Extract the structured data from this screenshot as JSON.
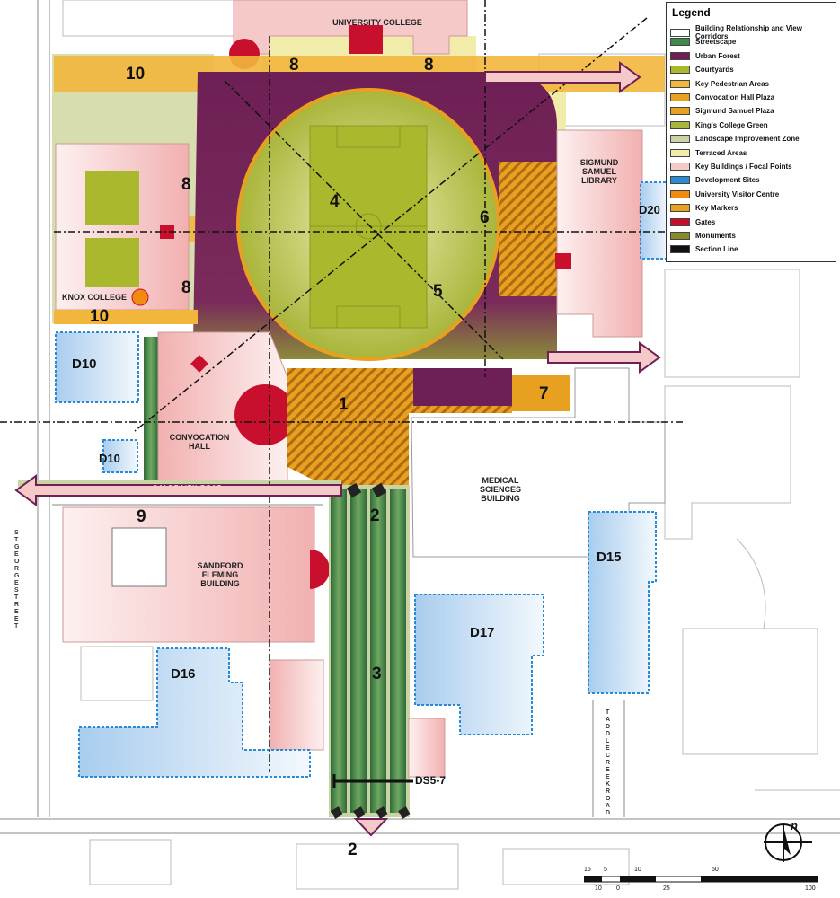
{
  "map": {
    "numbers": [
      {
        "id": "n10a",
        "text": "10"
      },
      {
        "id": "n8a",
        "text": "8"
      },
      {
        "id": "n8b",
        "text": "8"
      },
      {
        "id": "n8c",
        "text": "8"
      },
      {
        "id": "n8d",
        "text": "8"
      },
      {
        "id": "n4",
        "text": "4"
      },
      {
        "id": "n6",
        "text": "6"
      },
      {
        "id": "n5",
        "text": "5"
      },
      {
        "id": "n10b",
        "text": "10"
      },
      {
        "id": "n1",
        "text": "1"
      },
      {
        "id": "n7",
        "text": "7"
      },
      {
        "id": "n2a",
        "text": "2"
      },
      {
        "id": "n9",
        "text": "9"
      },
      {
        "id": "n3",
        "text": "3"
      },
      {
        "id": "n2b",
        "text": "2"
      }
    ],
    "dev_sites": [
      {
        "id": "d10a",
        "text": "D10"
      },
      {
        "id": "d10b",
        "text": "D10"
      },
      {
        "id": "d20",
        "text": "D20"
      },
      {
        "id": "d15",
        "text": "D15"
      },
      {
        "id": "d17",
        "text": "D17"
      },
      {
        "id": "d16",
        "text": "D16"
      }
    ],
    "buildings": {
      "university_college": "UNIVERSITY COLLEGE",
      "sigmund_samuel": "SIGMUND SAMUEL LIBRARY",
      "knox_college": "KNOX COLLEGE",
      "convocation_hall": "CONVOCATION HALL",
      "medical_sciences": "MEDICAL SCIENCES BUILDING",
      "sandford_fleming": "SANDFORD FLEMING BUILDING"
    },
    "streets": {
      "st_george": "ST GEORGE STREET",
      "taddle_creek": "TADDLE CREEK ROAD",
      "galbraith": "GALBRAITH ROAD"
    },
    "section_label": "DS5-7"
  },
  "legend": {
    "title": "Legend",
    "items": [
      {
        "label": "Building Relationship and View Corridors",
        "color": "#ffffff"
      },
      {
        "label": "Streetscape",
        "color": "#3f8a4a"
      },
      {
        "label": "Urban Forest",
        "color": "#6e1f55"
      },
      {
        "label": "Courtyards",
        "color": "#aab82e"
      },
      {
        "label": "Key Pedestrian Areas",
        "color": "#f2b63c"
      },
      {
        "label": "Convocation Hall Plaza",
        "color": "#e8a020"
      },
      {
        "label": "Sigmund Samuel Plaza",
        "color": "#e8a020"
      },
      {
        "label": "King's College Green",
        "color": "#a9b53a"
      },
      {
        "label": "Landscape Improvement Zone",
        "color": "#c9d3a3"
      },
      {
        "label": "Terraced Areas",
        "color": "#f1ecaa"
      },
      {
        "label": "Key Buildings / Focal Points",
        "color": "#f6c9c9"
      },
      {
        "label": "Development Sites",
        "color": "#2a8ad4"
      },
      {
        "label": "University Visitor Centre",
        "color": "#f08a10"
      },
      {
        "label": "Key Markers",
        "color": "#e8a020"
      },
      {
        "label": "Gates",
        "color": "#c8102e"
      },
      {
        "label": "Monuments",
        "color": "#8a8a2a"
      },
      {
        "label": "Section Line",
        "color": "#111111"
      }
    ]
  },
  "scale": {
    "top": [
      "15",
      "5",
      "10",
      "50"
    ],
    "bottom": [
      "10",
      "0",
      "25",
      "100"
    ]
  },
  "north": "n",
  "colors": {
    "forest": "#6e1f55",
    "plaza": "#e8a020",
    "green": "#a9b53a",
    "pink": "#f6c9c9",
    "street": "#3f8a4a",
    "dev": "#2a8ad4",
    "terrace": "#f1ecaa",
    "lawn": "#c9d3a3",
    "gate": "#c8102e"
  }
}
